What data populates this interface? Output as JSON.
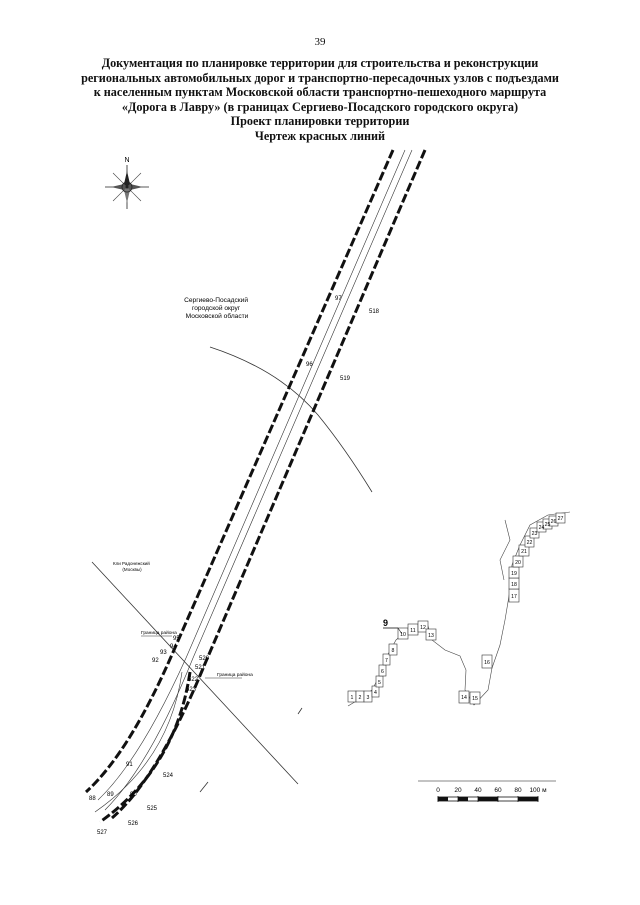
{
  "page_number": "39",
  "header": {
    "lines": [
      "Документация по планировке территории для строительства и реконструкции",
      "региональных автомобильных дорог и транспортно-пересадочных узлов с подъездами",
      "к населенным пунктам Московской области транспортно-пешеходного маршрута",
      "«Дорога в Лавру» (в границах Сергиево-Посадского городского округа)",
      "Проект планировки территории",
      "Чертеж красных линий"
    ]
  },
  "compass": {
    "north_label": "N"
  },
  "district_label": [
    "Сергиево-Посадский",
    "городской округ",
    "Московской области"
  ],
  "small_district_label": [
    "Кли Радонежский",
    "(Москвы)"
  ],
  "boundary_labels": [
    "Граница района",
    "Граница района"
  ],
  "left_points": [
    "97",
    "96",
    "95",
    "94",
    "93",
    "92",
    "91",
    "90",
    "89",
    "88"
  ],
  "right_points": [
    "518",
    "519",
    "520",
    "521",
    "522",
    "523",
    "524",
    "525",
    "526",
    "527"
  ],
  "inset": {
    "callout": "9",
    "sheets": [
      "1",
      "2",
      "3",
      "4",
      "5",
      "6",
      "7",
      "8",
      "10",
      "11",
      "12",
      "13",
      "14",
      "15",
      "16",
      "17",
      "18",
      "19",
      "20",
      "21",
      "22",
      "23",
      "24",
      "25",
      "26",
      "27"
    ]
  },
  "scale_bar": {
    "labels": [
      "0",
      "20",
      "40",
      "60",
      "80",
      "100 м"
    ]
  }
}
